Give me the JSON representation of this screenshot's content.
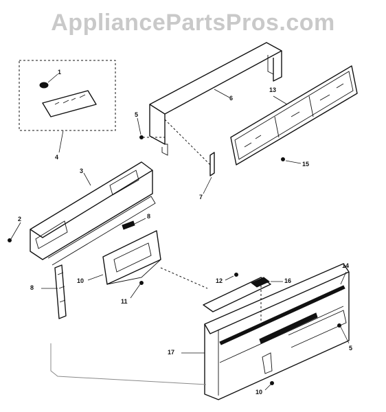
{
  "watermark": "AppliancePartsPros.com",
  "callouts": {
    "c1": "1",
    "c2": "2",
    "c3": "3",
    "c4": "4",
    "c5a": "5",
    "c5b": "5",
    "c6": "6",
    "c7": "7",
    "c8a": "8",
    "c8b": "8",
    "c10a": "10",
    "c10b": "10",
    "c11": "11",
    "c12": "12",
    "c13": "13",
    "c14": "14",
    "c15": "15",
    "c16": "16",
    "c17": "17"
  }
}
